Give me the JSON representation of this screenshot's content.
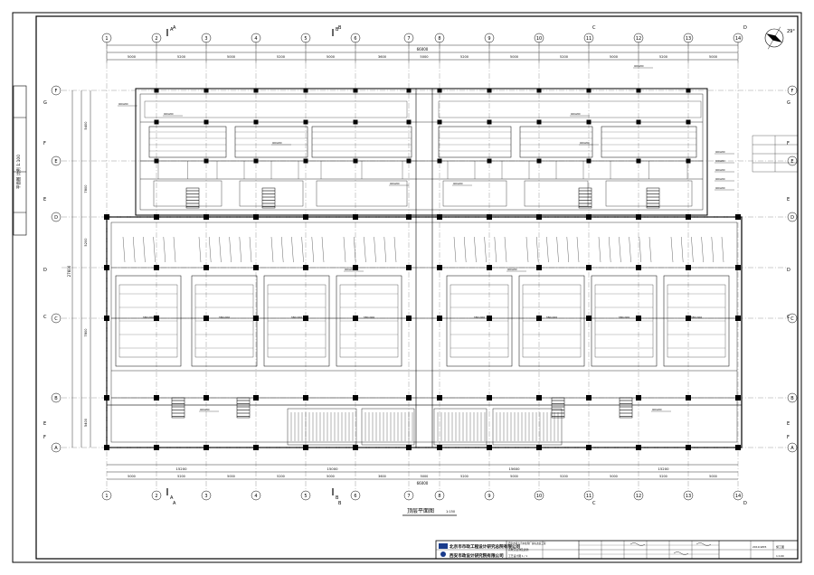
{
  "drawing": {
    "title": "顶层平面图",
    "scale": "1:150",
    "column_grid_top": [
      "1",
      "2",
      "3",
      "4",
      "5",
      "6",
      "7",
      "8",
      "9",
      "10",
      "11",
      "12",
      "13",
      "14"
    ],
    "column_grid_letters": [
      "A",
      "B",
      "C",
      "D"
    ],
    "row_grid": [
      "F",
      "E",
      "D",
      "C",
      "B",
      "A"
    ],
    "row_grid_left_extra": [
      "G",
      "F",
      "E",
      "D",
      "C",
      "E",
      "F"
    ],
    "dims_top_overall": "66000",
    "dims_bottom_overall": "66000",
    "dims_segments": [
      "5000",
      "5200",
      "5000",
      "5200",
      "5000",
      "3600",
      "5000",
      "5200",
      "5000",
      "5200",
      "5000",
      "5200",
      "5000"
    ],
    "dims_bottom_groups": [
      "15200",
      "15000",
      "15600",
      "15200"
    ],
    "dims_left": [
      "5400",
      "7800",
      "5200",
      "7800",
      "5400"
    ],
    "dims_left_overall": "27600",
    "tag_a": "A",
    "tag_b": "B",
    "north_label": "N",
    "north_angle": "29°",
    "room_label": "380.000",
    "duct_label": "400x200"
  },
  "title_block": {
    "company_1": "北京市市政工程设计研究总院有限公司",
    "company_2": "西安市政设计研究院有限公司",
    "project_1": "西安市第五污水处理厂提标改造工程",
    "project_2": "高效沉淀池及滤池",
    "project_3": "工艺设计图 1 / 1",
    "cell_scale": "1:100",
    "sheet_no": "2019-W05",
    "stage": "施工图"
  },
  "side_label": "平面图 比例 1:100"
}
